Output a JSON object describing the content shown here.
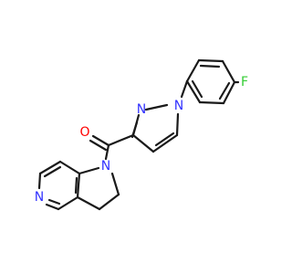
{
  "atoms": {
    "F": {
      "label": "F",
      "color": "#33cc33"
    },
    "O": {
      "label": "O",
      "color": "#ff0000"
    },
    "N_pyrazole_2": {
      "label": "N",
      "color": "#3333ff"
    },
    "N_pyrazole_1": {
      "label": "N",
      "color": "#3333ff"
    },
    "N_indoline": {
      "label": "N",
      "color": "#3333ff"
    },
    "N_pyridine": {
      "label": "N",
      "color": "#3333ff"
    }
  },
  "colors": {
    "bond": "#1a1a1a",
    "background": "#ffffff"
  }
}
